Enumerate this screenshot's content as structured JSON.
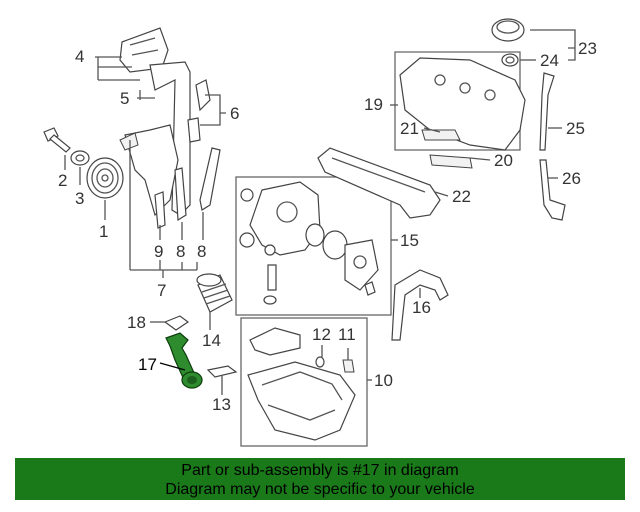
{
  "colors": {
    "highlight": "#2e8b2e",
    "banner": "#1a7a1a",
    "line": "#555555"
  },
  "callouts": [
    "1",
    "2",
    "3",
    "4",
    "5",
    "6",
    "7",
    "8",
    "8",
    "9",
    "10",
    "11",
    "12",
    "13",
    "14",
    "15",
    "16",
    "17",
    "18",
    "19",
    "20",
    "21",
    "22",
    "23",
    "24",
    "25",
    "26"
  ],
  "banner": {
    "line1": "Part or sub-assembly is #17 in diagram",
    "line2": "Diagram may not be specific to your vehicle"
  }
}
